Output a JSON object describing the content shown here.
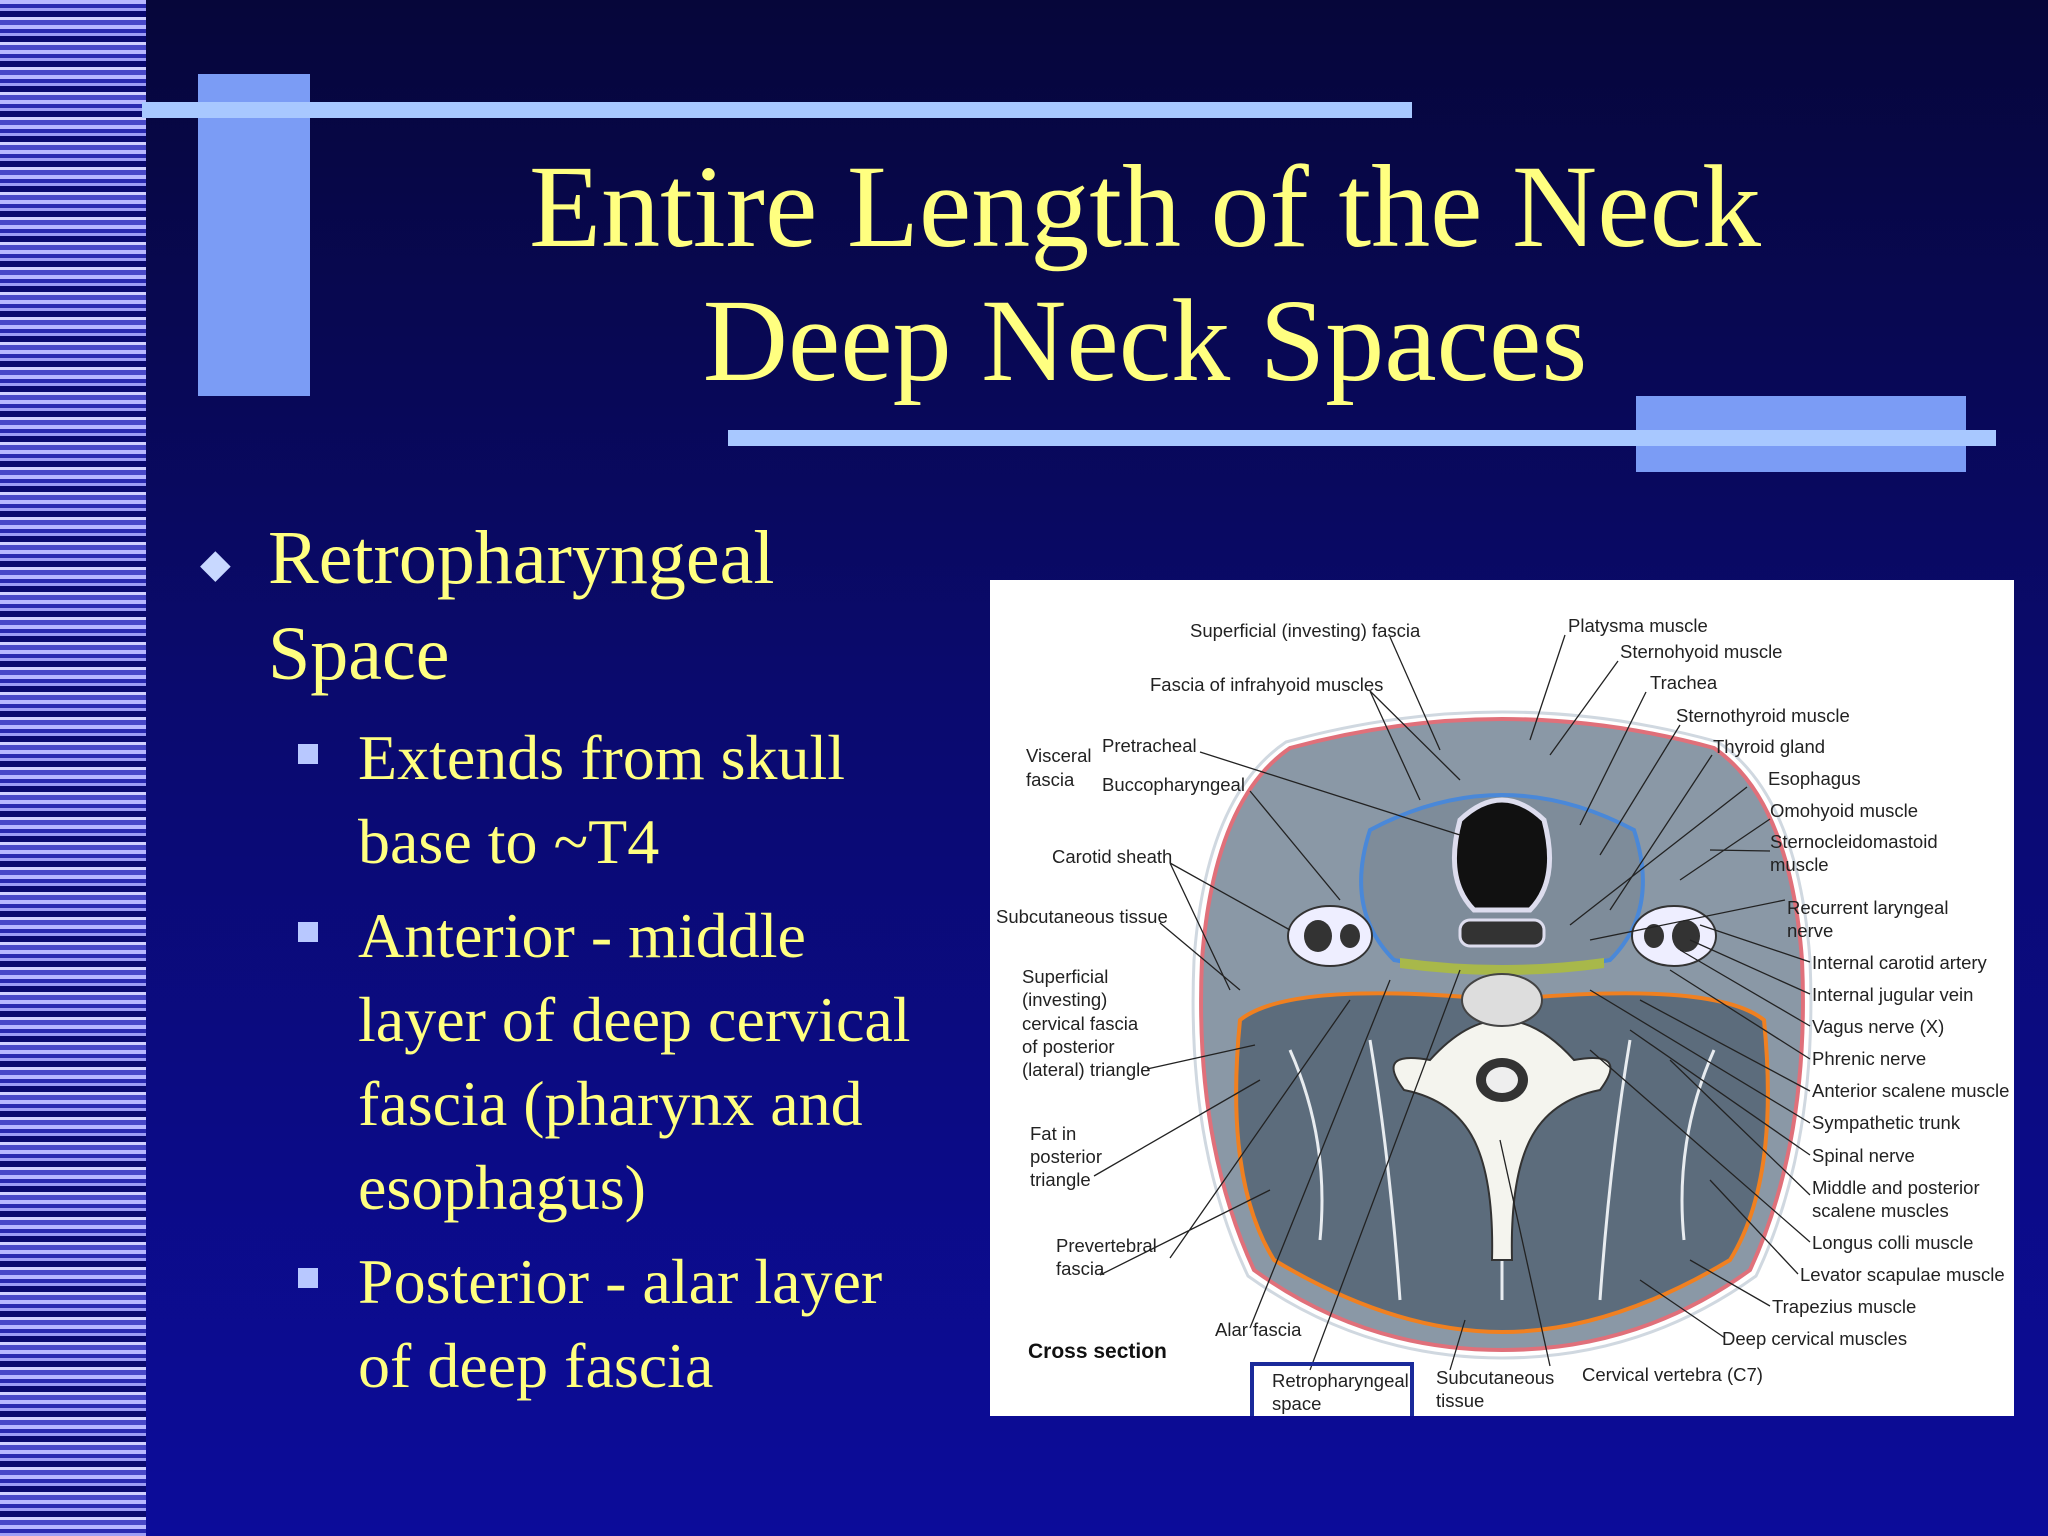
{
  "slide": {
    "title_line1": "Entire Length of the Neck",
    "title_line2": "Deep Neck Spaces",
    "colors": {
      "background": "#0a0a80",
      "title": "#ffff80",
      "accent": "#7b9cf5",
      "bar": "#a8c8ff"
    },
    "bullet": {
      "text_line1": "Retropharyngeal",
      "text_line2": "Space",
      "subitems": [
        {
          "lines": [
            "Extends from skull",
            "base to ~T4"
          ]
        },
        {
          "lines": [
            "Anterior - middle",
            "layer of deep cervical",
            "fascia (pharynx and",
            "esophagus)"
          ]
        },
        {
          "lines": [
            "Posterior - alar layer",
            "of deep fascia"
          ]
        }
      ]
    }
  },
  "figure": {
    "caption": "Cross section",
    "labels": {
      "superficial_fascia": "Superficial (investing) fascia",
      "infrahyoid_fascia": "Fascia of infrahyoid muscles",
      "visceral_fascia_1": "Visceral",
      "visceral_fascia_2": "fascia",
      "pretracheal": "Pretracheal",
      "buccopharyngeal": "Buccopharyngeal",
      "carotid_sheath": "Carotid sheath",
      "subcutaneous_tissue": "Subcutaneous tissue",
      "superficial_posterior_1": "Superficial",
      "superficial_posterior_2": "(investing)",
      "superficial_posterior_3": "cervical fascia",
      "superficial_posterior_4": "of posterior",
      "superficial_posterior_5": "(lateral) triangle",
      "fat_1": "Fat in",
      "fat_2": "posterior",
      "fat_3": "triangle",
      "prevertebral_1": "Prevertebral",
      "prevertebral_2": "fascia",
      "alar_fascia": "Alar fascia",
      "retropharyngeal_1": "Retropharyngeal",
      "retropharyngeal_2": "space",
      "subcutaneous_b1": "Subcutaneous",
      "subcutaneous_b2": "tissue",
      "cervical_vertebra": "Cervical vertebra (C7)",
      "platysma": "Platysma muscle",
      "sternohyoid": "Sternohyoid muscle",
      "trachea": "Trachea",
      "sternothyroid": "Sternothyroid muscle",
      "thyroid": "Thyroid gland",
      "esophagus": "Esophagus",
      "omohyoid": "Omohyoid muscle",
      "scm_1": "Sternocleidomastoid",
      "scm_2": "muscle",
      "recurrent_1": "Recurrent laryngeal",
      "recurrent_2": "nerve",
      "ica": "Internal carotid artery",
      "ijv": "Internal jugular vein",
      "vagus": "Vagus nerve (X)",
      "phrenic": "Phrenic nerve",
      "anterior_scalene": "Anterior scalene muscle",
      "sympathetic": "Sympathetic trunk",
      "spinal": "Spinal nerve",
      "mid_post_scalene_1": "Middle and posterior",
      "mid_post_scalene_2": "scalene muscles",
      "longus_colli": "Longus colli muscle",
      "levator": "Levator scapulae muscle",
      "trapezius": "Trapezius muscle",
      "deep_cervical": "Deep cervical muscles"
    }
  }
}
